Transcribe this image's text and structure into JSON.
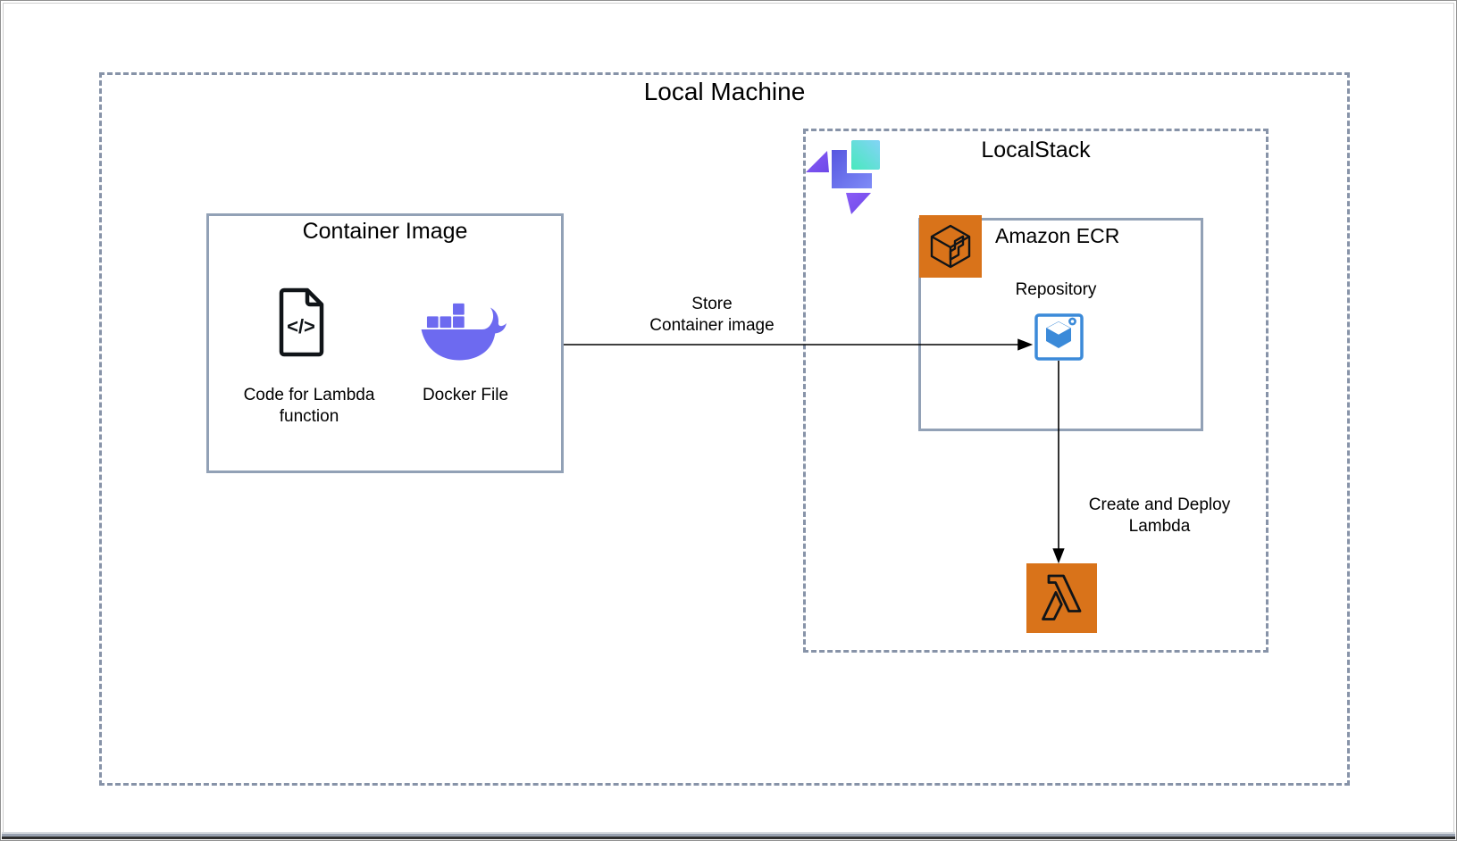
{
  "diagram": {
    "local_machine_label": "Local Machine",
    "localstack": {
      "title": "LocalStack",
      "logo_icon": "localstack-logo-icon"
    },
    "container_image": {
      "title": "Container Image",
      "code_item": {
        "icon": "code-file-icon",
        "label_line1": "Code for Lambda",
        "label_line2": "function"
      },
      "docker_item": {
        "icon": "docker-whale-icon",
        "label": "Docker File"
      }
    },
    "ecr": {
      "title": "Amazon ECR",
      "service_icon": "amazon-ecr-icon",
      "repository_label": "Repository",
      "repository_icon": "ecr-repository-icon"
    },
    "lambda_icon": "aws-lambda-icon",
    "store_arrow": {
      "label_line1": "Store",
      "label_line2": "Container image"
    },
    "deploy_arrow": {
      "label_line1": "Create and Deploy",
      "label_line2": "Lambda"
    },
    "colors": {
      "dashed_border": "#8793A8",
      "solid_border": "#92A1B6",
      "aws_orange": "#D9731A",
      "repository_blue": "#3B8AD9",
      "docker_purple": "#6D6AF0",
      "text": "#000000",
      "localstack_purple": "#7C4DF0",
      "localstack_cyan": "#49E9BD"
    }
  }
}
